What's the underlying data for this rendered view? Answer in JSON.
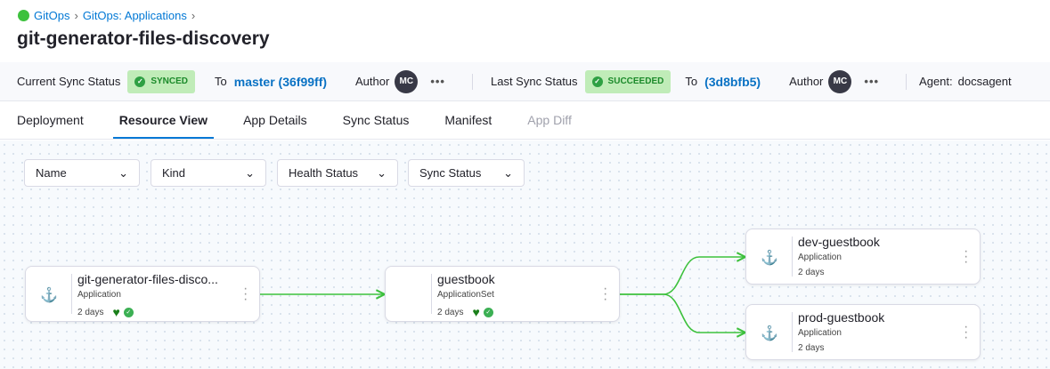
{
  "breadcrumb": [
    "GitOps",
    "GitOps: Applications"
  ],
  "title": "git-generator-files-discovery",
  "status_bar": {
    "current_label": "Current Sync Status",
    "current_status": "SYNCED",
    "to_label": "To",
    "current_ref": "master (36f99ff)",
    "author_label": "Author",
    "author_initials": "MC",
    "last_label": "Last Sync Status",
    "last_status": "SUCCEEDED",
    "last_ref": "(3d8bfb5)",
    "agent_label": "Agent:",
    "agent": "docsagent"
  },
  "tabs": [
    {
      "label": "Deployment"
    },
    {
      "label": "Resource View",
      "active": true
    },
    {
      "label": "App Details"
    },
    {
      "label": "Sync Status"
    },
    {
      "label": "Manifest"
    },
    {
      "label": "App Diff",
      "disabled": true
    }
  ],
  "filters": [
    "Name",
    "Kind",
    "Health Status",
    "Sync Status"
  ],
  "nodes": [
    {
      "name": "git-generator-files-disco...",
      "kind": "Application",
      "age": "2 days",
      "icon": "application-icon",
      "health": "healthy",
      "sync": "synced"
    },
    {
      "name": "guestbook",
      "kind": "ApplicationSet",
      "age": "2 days",
      "health": "healthy",
      "sync": "synced"
    },
    {
      "name": "dev-guestbook",
      "kind": "Application",
      "age": "2 days",
      "icon": "application-icon"
    },
    {
      "name": "prod-guestbook",
      "kind": "Application",
      "age": "2 days",
      "icon": "application-icon"
    }
  ],
  "colors": {
    "accent": "#0278d5",
    "edge": "#3dc13d",
    "synced_bg": "#c0ecb8"
  }
}
